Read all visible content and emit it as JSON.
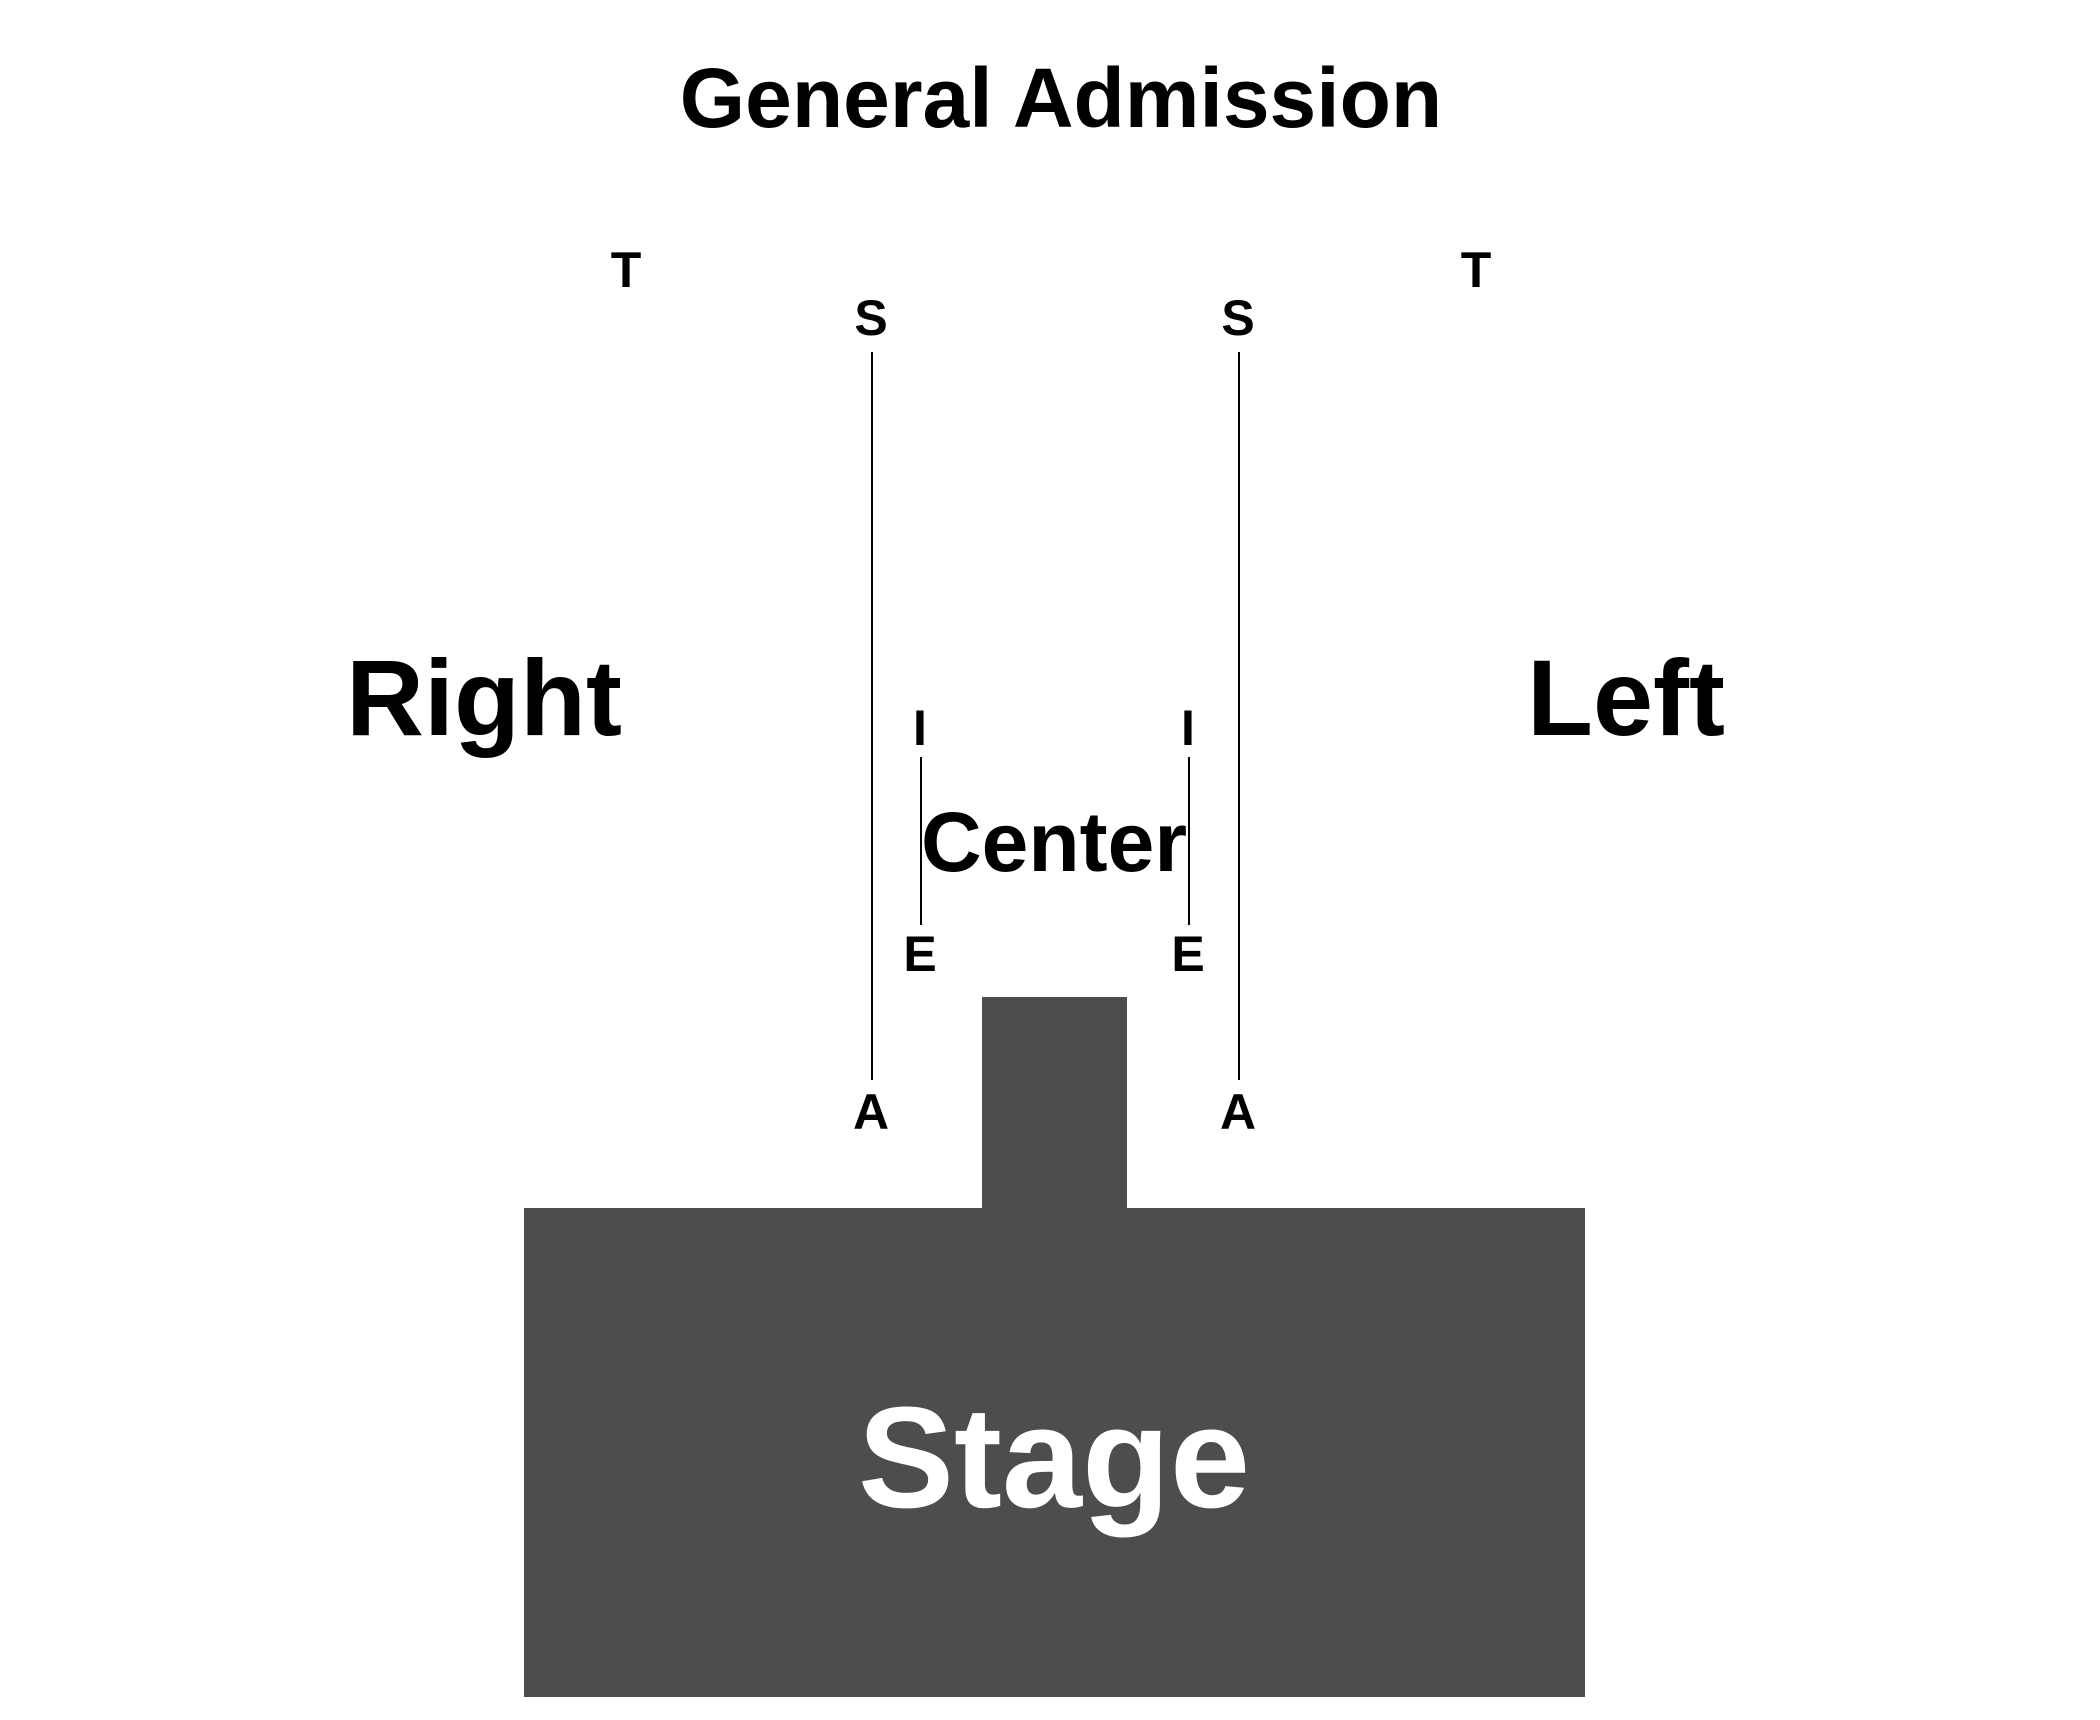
{
  "title": "General Admission",
  "sections": {
    "right": "Right",
    "left": "Left",
    "center": "Center"
  },
  "rows": {
    "left_outer_top": "T",
    "right_outer_top": "T",
    "left_aisle_top": "S",
    "right_aisle_top": "S",
    "left_aisle_bottom": "A",
    "right_aisle_bottom": "A",
    "center_left_top": "I",
    "center_right_top": "I",
    "center_left_bottom": "E",
    "center_right_bottom": "E"
  },
  "stage": {
    "label": "Stage"
  },
  "colors": {
    "stage_fill": "#4d4d4d",
    "stage_text": "#ffffff",
    "text": "#000000",
    "background": "#ffffff"
  }
}
